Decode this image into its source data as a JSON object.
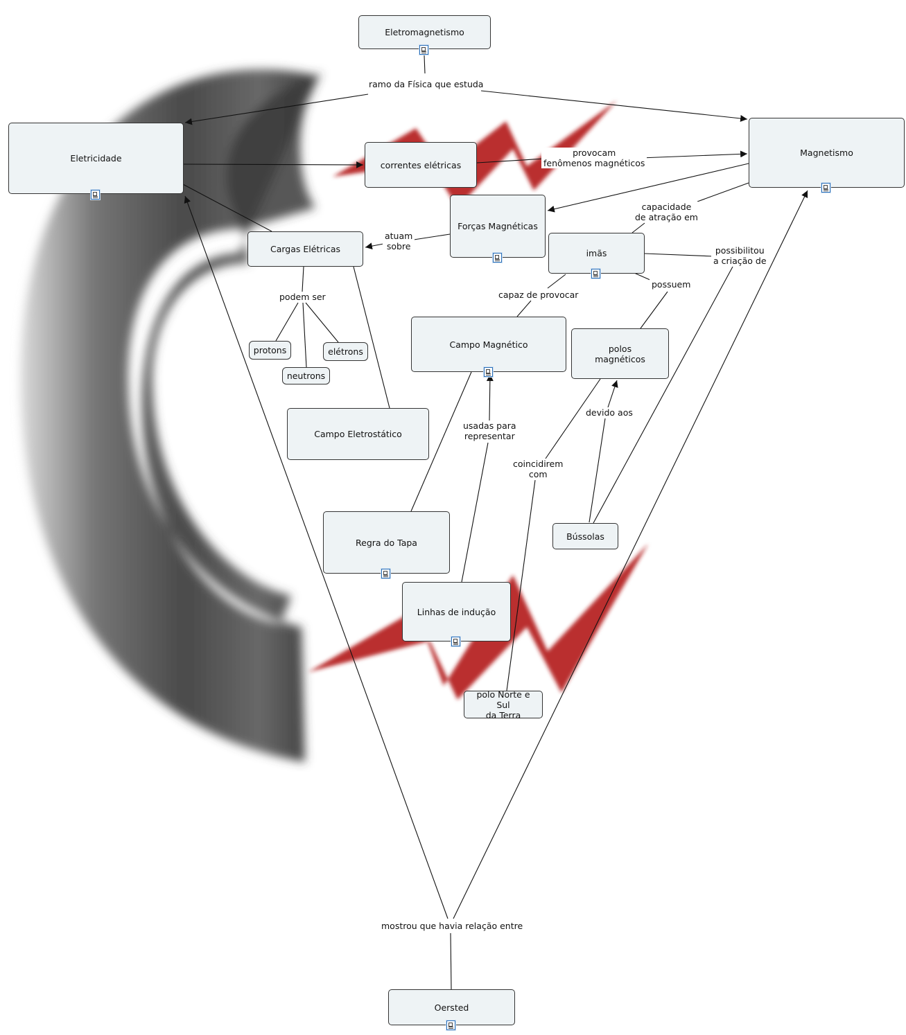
{
  "concepts": {
    "eletromagnetismo": "Eletromagnetismo",
    "eletricidade": "Eletricidade",
    "magnetismo": "Magnetismo",
    "correntes": "correntes elétricas",
    "forcas": "Forças Magnéticas",
    "cargas": "Cargas Elétricas",
    "imas": "imãs",
    "protons": "protons",
    "eletrons": "elétrons",
    "neutrons": "neutrons",
    "campo_magnetico": "Campo Magnético",
    "polos": "polos\nmagnéticos",
    "campo_eletrostatico": "Campo Eletrostático",
    "regra": "Regra do Tapa",
    "bussolas": "Bússolas",
    "linhas": "Linhas de indução",
    "polo_terra": "polo Norte e Sul\nda Terra",
    "oersted": "Oersted"
  },
  "links": {
    "ramo": "ramo da Física que estuda",
    "provocam": "provocam\nfenômenos magnéticos",
    "capacidade": "capacidade\nde atração em",
    "atuam": "atuam\nsobre",
    "possibilitou": "possibilitou\na criação de",
    "podem": "podem ser",
    "capaz": "capaz de provocar",
    "possuem": "possuem",
    "usadas": "usadas para\nrepresentar",
    "devido": "devido aos",
    "coincidirem": "coincidirem\ncom",
    "mostrou": "mostrou que havia relação entre"
  },
  "colors": {
    "node_fill": "#eef3f5",
    "node_border": "#333333",
    "magnet_gray": "#4a4a4a",
    "bolt_red": "#b41f1f"
  }
}
